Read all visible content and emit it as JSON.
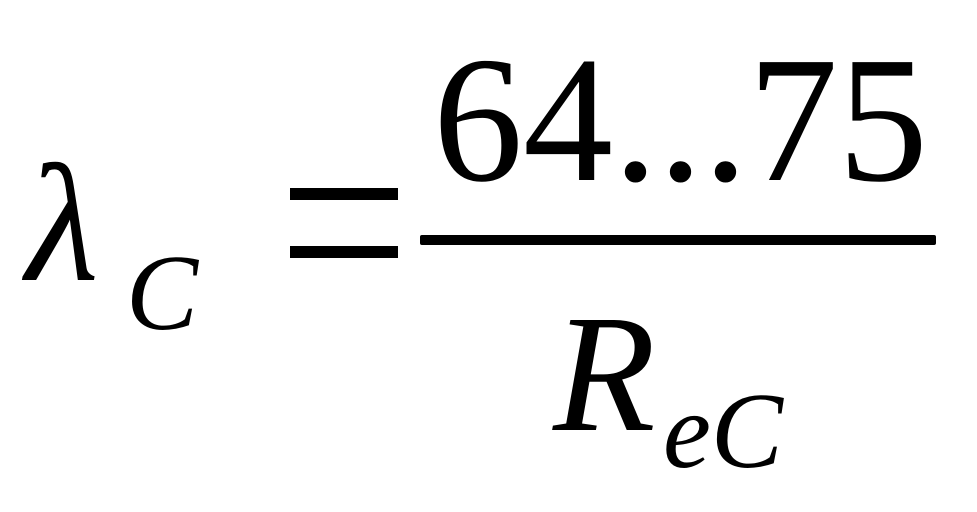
{
  "formula": {
    "lhs": {
      "symbol": "λ",
      "subscript": "C"
    },
    "relation": "=",
    "fraction": {
      "numerator": "64...75",
      "denominator": {
        "symbol": "R",
        "subscript": "eC"
      }
    }
  }
}
